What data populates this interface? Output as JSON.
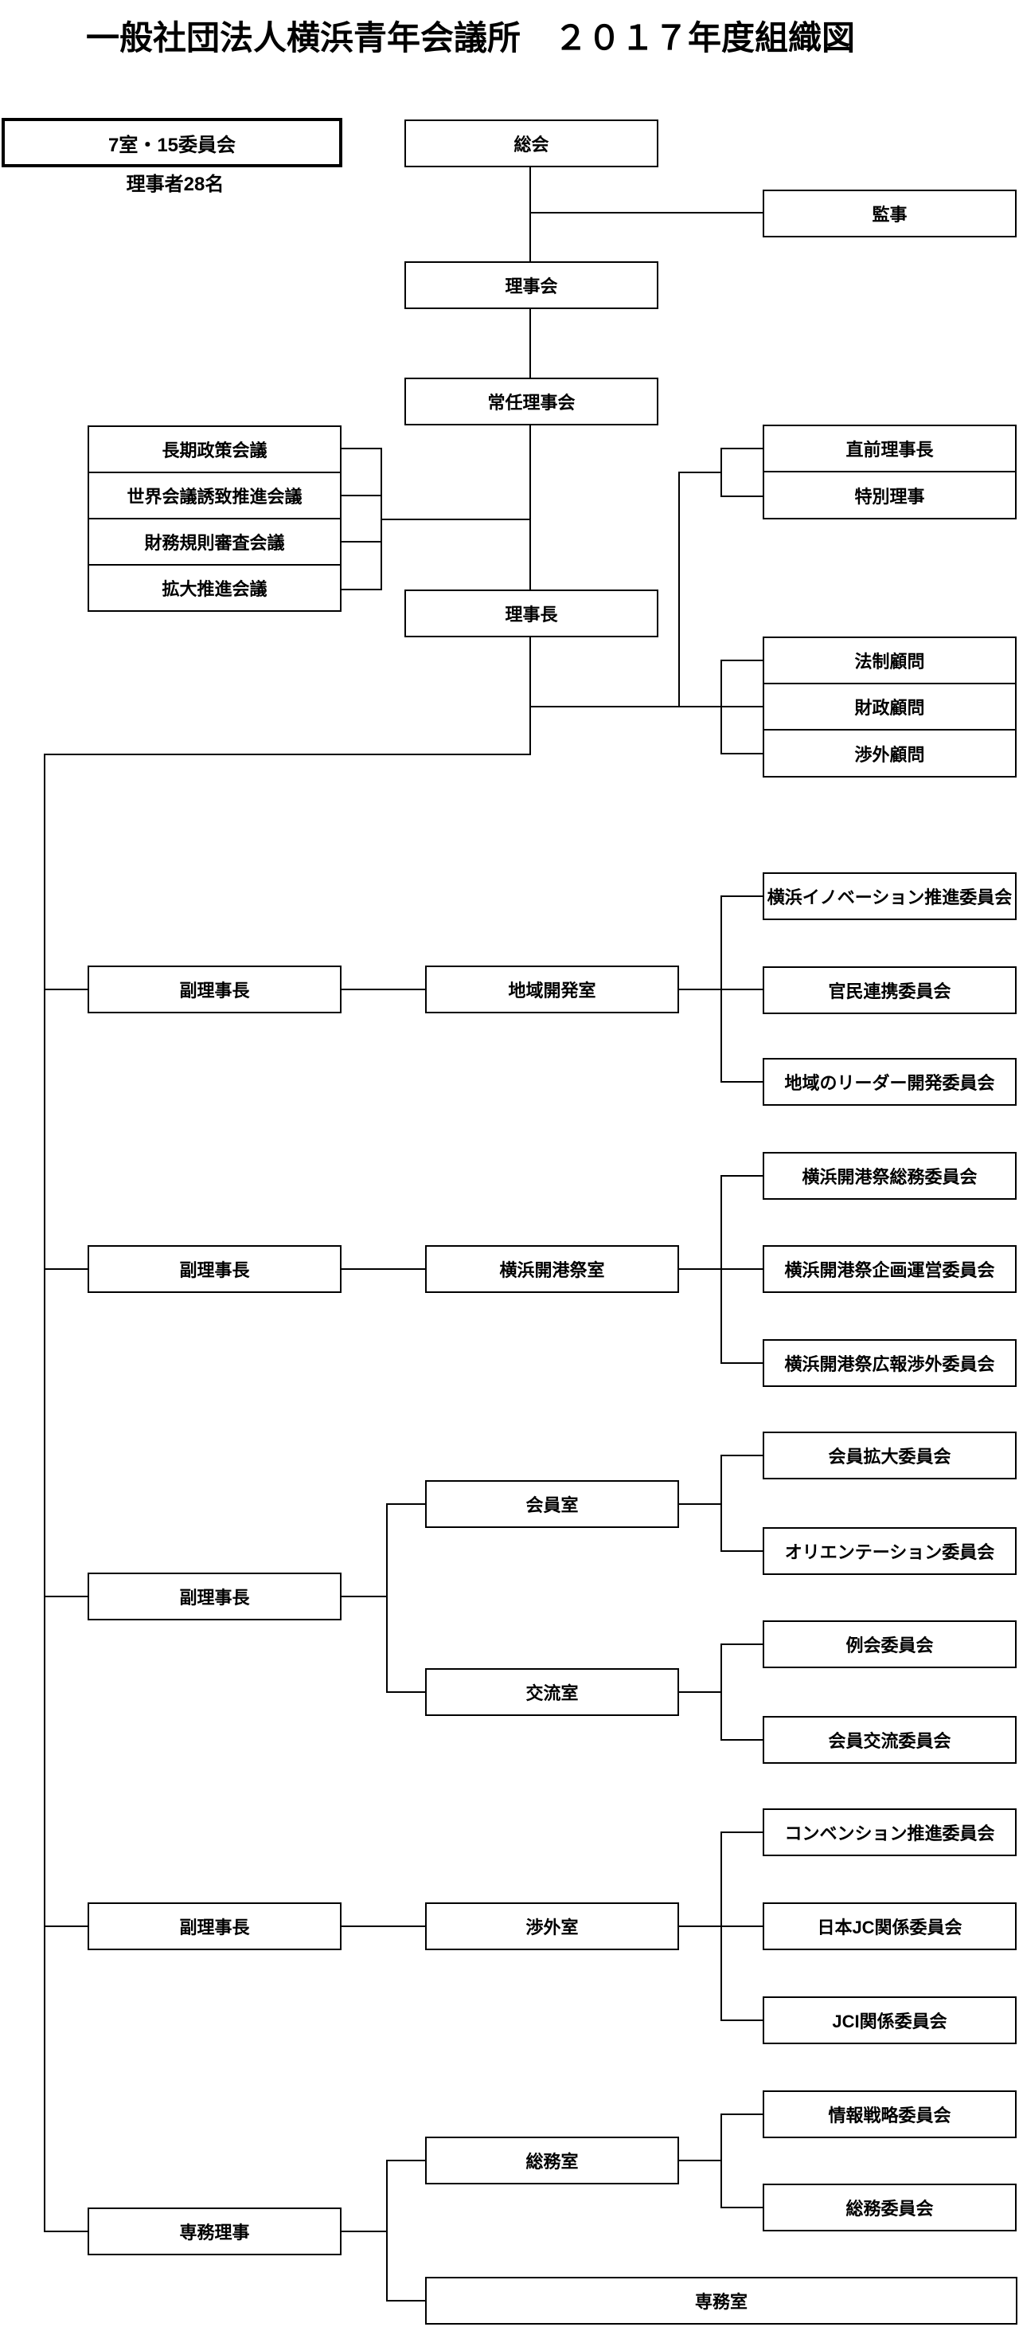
{
  "title": "一般社団法人横浜青年会議所　２０１７年度組織図",
  "legend": {
    "box_label": "7室・15委員会",
    "note": "理事者28名"
  },
  "org": {
    "general_assembly": "総会",
    "auditor": "監事",
    "board": "理事会",
    "standing_board": "常任理事会",
    "president": "理事長",
    "councils": [
      "長期政策会議",
      "世界会議誘致推進会議",
      "財務規則審査会議",
      "拡大推進会議"
    ],
    "senior_officers": [
      "直前理事長",
      "特別理事"
    ],
    "advisors": [
      "法制顧問",
      "財政顧問",
      "渉外顧問"
    ],
    "rows": [
      {
        "head": "副理事長",
        "rooms": [
          {
            "name": "地域開発室",
            "committees": [
              "横浜イノベーション推進委員会",
              "官民連携委員会",
              "地域のリーダー開発委員会"
            ]
          }
        ]
      },
      {
        "head": "副理事長",
        "rooms": [
          {
            "name": "横浜開港祭室",
            "committees": [
              "横浜開港祭総務委員会",
              "横浜開港祭企画運営委員会",
              "横浜開港祭広報渉外委員会"
            ]
          }
        ]
      },
      {
        "head": "副理事長",
        "rooms": [
          {
            "name": "会員室",
            "committees": [
              "会員拡大委員会",
              "オリエンテーション委員会"
            ]
          },
          {
            "name": "交流室",
            "committees": [
              "例会委員会",
              "会員交流委員会"
            ]
          }
        ]
      },
      {
        "head": "副理事長",
        "rooms": [
          {
            "name": "渉外室",
            "committees": [
              "コンベンション推進委員会",
              "日本JC関係委員会",
              "JCI関係委員会"
            ]
          }
        ]
      },
      {
        "head": "専務理事",
        "rooms": [
          {
            "name": "総務室",
            "committees": [
              "情報戦略委員会",
              "総務委員会"
            ]
          },
          {
            "name": "専務室",
            "committees": []
          }
        ]
      }
    ]
  },
  "colors": {
    "background": "#ffffff",
    "line": "#000000",
    "box_border": "#000000",
    "text": "#000000"
  }
}
